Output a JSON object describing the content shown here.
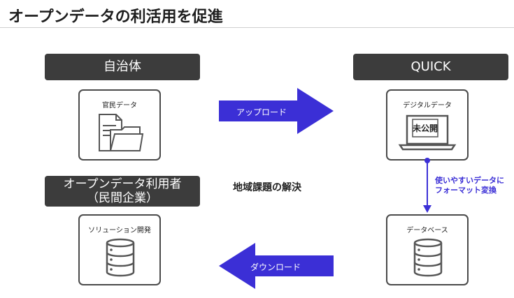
{
  "title": "オープンデータの利活用を促進",
  "left": {
    "top_label": "自治体",
    "top_card": "官民データ",
    "bottom_label_line1": "オープンデータ利用者",
    "bottom_label_line2": "（民間企業）",
    "bottom_card": "ソリューション開発"
  },
  "right": {
    "top_label": "QUICK",
    "top_card": "デジタルデータ",
    "screen_text": "未公開",
    "bottom_card": "データベース"
  },
  "arrows": {
    "upload": "アップロード",
    "download": "ダウンロード",
    "convert_line1": "使いやすいデータに",
    "convert_line2": "フォーマット変換"
  },
  "center_text": "地域課題の解決",
  "colors": {
    "accent": "#3b2fd6",
    "label_bg": "#3c3c3c",
    "icon": "#555555"
  }
}
